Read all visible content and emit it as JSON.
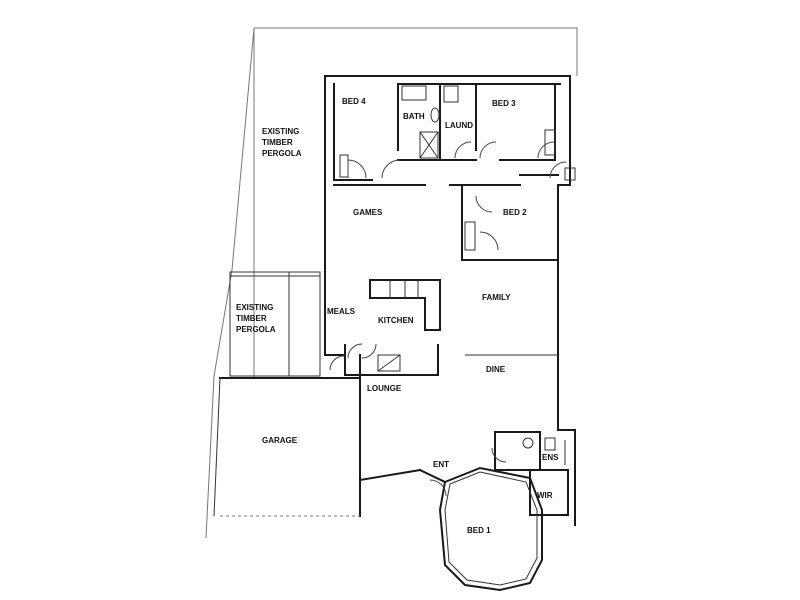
{
  "rooms": {
    "pergola_top": [
      "EXISTING",
      "TIMBER",
      "PERGOLA"
    ],
    "bed4": "BED 4",
    "bath": "BATH",
    "laund": "LAUND",
    "bed3": "BED 3",
    "games": "GAMES",
    "bed2": "BED 2",
    "pergola_side": [
      "EXISTING",
      "TIMBER",
      "PERGOLA"
    ],
    "meals": "MEALS",
    "kitchen": "KITCHEN",
    "family": "FAMILY",
    "dine": "DINE",
    "lounge": "LOUNGE",
    "garage": "GARAGE",
    "ent": "ENT",
    "ens": "ENS",
    "wir": "WIR",
    "bed1": "BED 1"
  }
}
